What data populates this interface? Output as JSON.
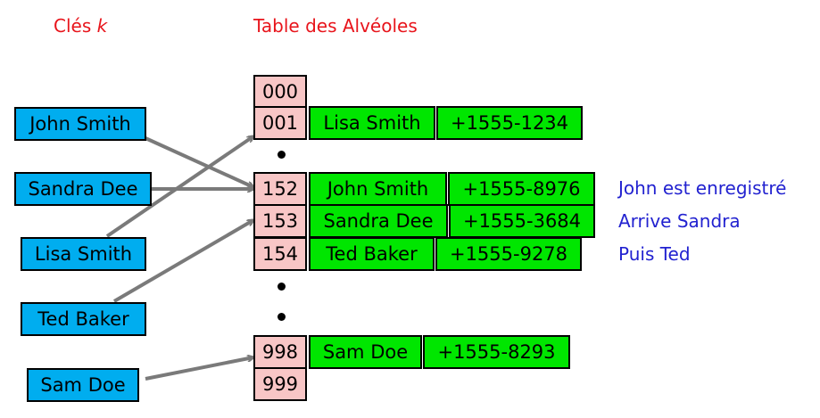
{
  "headings": {
    "keys_prefix": "Clés",
    "keys_var": "k",
    "table": "Table des Alvéoles"
  },
  "keys": [
    "John Smith",
    "Sandra Dee",
    "Lisa Smith",
    "Ted Baker",
    "Sam Doe"
  ],
  "slots": [
    "000",
    "001",
    "152",
    "153",
    "154",
    "998",
    "999"
  ],
  "entries": [
    {
      "slot": "001",
      "name": "Lisa Smith",
      "phone": "+1555-1234"
    },
    {
      "slot": "152",
      "name": "John Smith",
      "phone": "+1555-8976"
    },
    {
      "slot": "153",
      "name": "Sandra Dee",
      "phone": "+1555-3684"
    },
    {
      "slot": "154",
      "name": "Ted Baker",
      "phone": "+1555-9278"
    },
    {
      "slot": "998",
      "name": "Sam Doe",
      "phone": "+1555-8293"
    }
  ],
  "notes": [
    "John est enregistré",
    "Arrive Sandra",
    "Puis Ted"
  ],
  "mappings": [
    {
      "key": "John Smith",
      "slot": "152"
    },
    {
      "key": "Sandra Dee",
      "slot": "152"
    },
    {
      "key": "Lisa Smith",
      "slot": "001"
    },
    {
      "key": "Ted Baker",
      "slot": "153"
    },
    {
      "key": "Sam Doe",
      "slot": "998"
    }
  ],
  "colors": {
    "heading": "#e8141b",
    "key_fill": "#00adef",
    "slot_fill": "#f8c6c6",
    "entry_fill": "#00e600",
    "note_text": "#2222d0",
    "arrow": "#7a7a7a"
  }
}
